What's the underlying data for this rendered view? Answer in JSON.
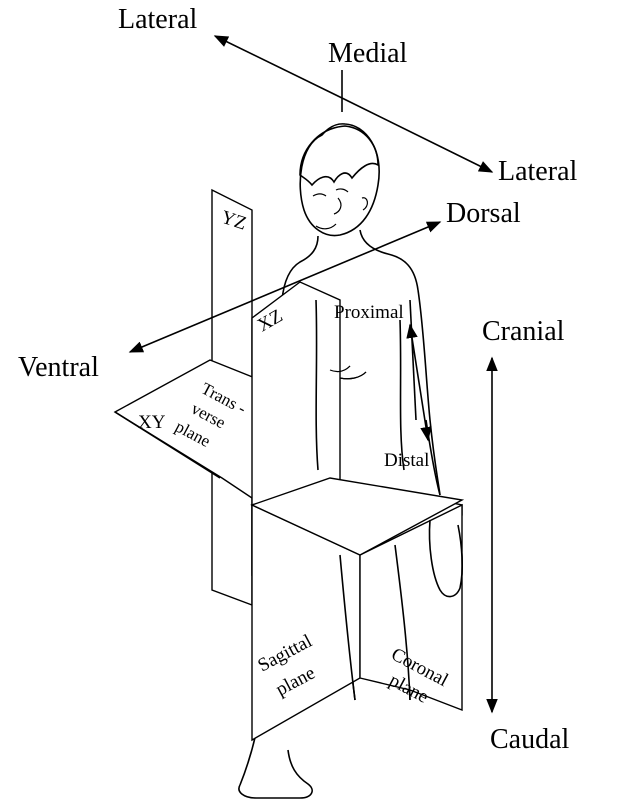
{
  "directions": {
    "lateral_left": "Lateral",
    "medial": "Medial",
    "lateral_right": "Lateral",
    "dorsal": "Dorsal",
    "ventral": "Ventral",
    "cranial": "Cranial",
    "caudal": "Caudal",
    "proximal": "Proximal",
    "distal": "Distal"
  },
  "planes": {
    "yz": "YZ",
    "xz": "XZ",
    "xy": "XY",
    "transverse_1": "Trans -",
    "transverse_2": "verse",
    "transverse_3": "plane",
    "sagittal_1": "Sagittal",
    "sagittal_2": "plane",
    "coronal_1": "Coronal",
    "coronal_2": "plane"
  }
}
